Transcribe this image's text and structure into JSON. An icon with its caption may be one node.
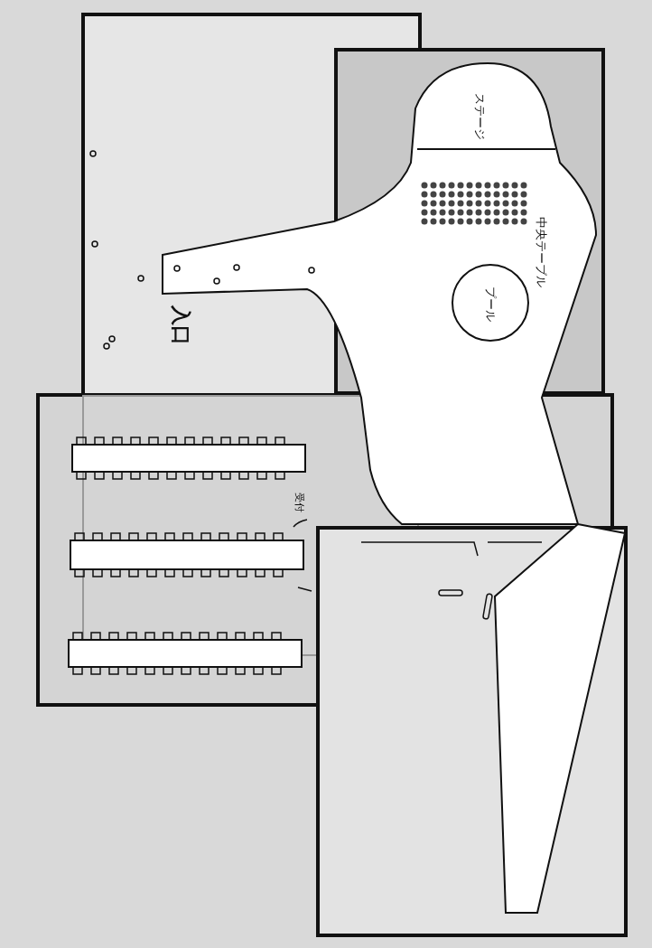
{
  "diagram": {
    "nodes": [
      {
        "text": [
          "ステージ"
        ]
      },
      {
        "text": [
          "プール"
        ]
      }
    ],
    "labels": [
      "中央テーブル",
      "入口",
      "受付"
    ]
  }
}
